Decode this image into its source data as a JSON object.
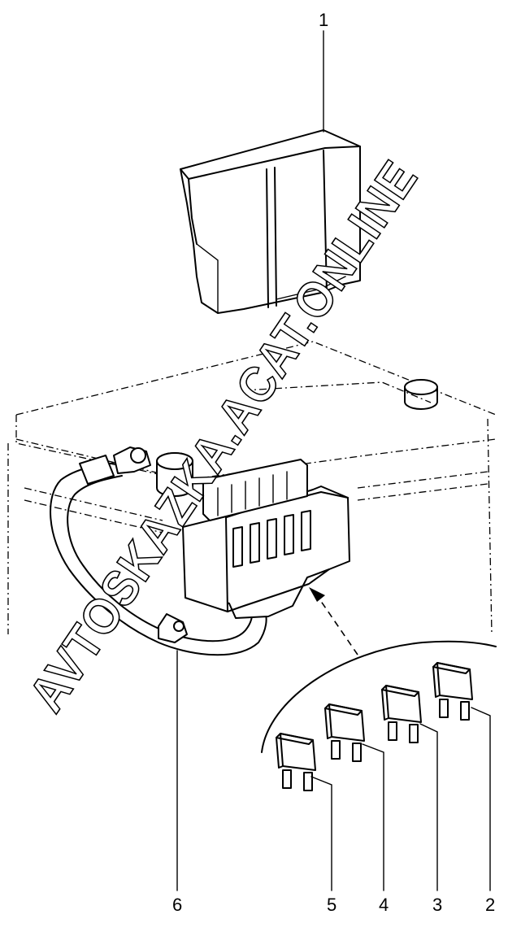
{
  "callouts": [
    {
      "id": "cover",
      "label": "1"
    },
    {
      "id": "fuse-a",
      "label": "2"
    },
    {
      "id": "fuse-b",
      "label": "3"
    },
    {
      "id": "fuse-c",
      "label": "4"
    },
    {
      "id": "fuse-d",
      "label": "5"
    },
    {
      "id": "cable",
      "label": "6"
    }
  ],
  "watermark": {
    "text": "AVTOSKAZKA.ACAT.ONLINE"
  }
}
